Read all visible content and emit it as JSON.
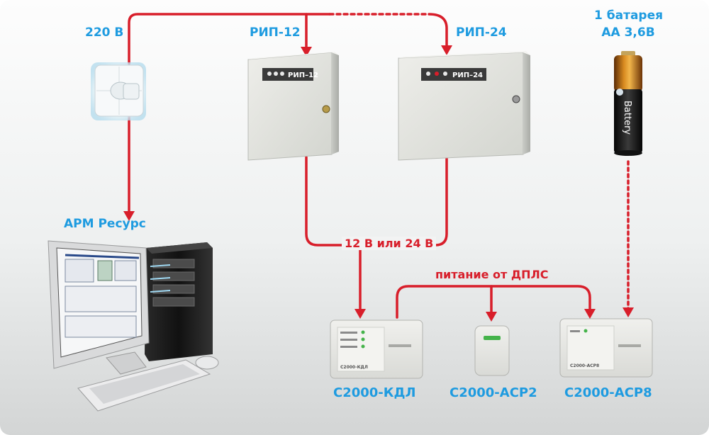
{
  "colors": {
    "accent_label": "#1e9be0",
    "wire": "#d81e2a",
    "background_top": "#ffffff",
    "background_bottom": "#d6d8d8",
    "cabinet": "#e6e7e3"
  },
  "labels": {
    "mains": "220 В",
    "rip12": "РИП-12",
    "rip24": "РИП-24",
    "battery_line1": "1 батарея",
    "battery_line2": "АА 3,6В",
    "arm": "АРМ Ресурс",
    "voltage": "12 В или 24 В",
    "dpls_power": "питание от ДПЛС",
    "kdl": "С2000-КДЛ",
    "acp2": "С2000-АСР2",
    "acp8": "С2000-АСР8"
  },
  "device_plates": {
    "rip12": "РИП–12",
    "rip24": "РИП–24",
    "battery_text": "Battery",
    "kdl_plate": "С2000-КДЛ",
    "acp8_plate": "С2000-АСР8"
  },
  "icons": {
    "socket": "power-socket-icon",
    "battery": "battery-icon",
    "computer": "computer-workstation-icon"
  }
}
